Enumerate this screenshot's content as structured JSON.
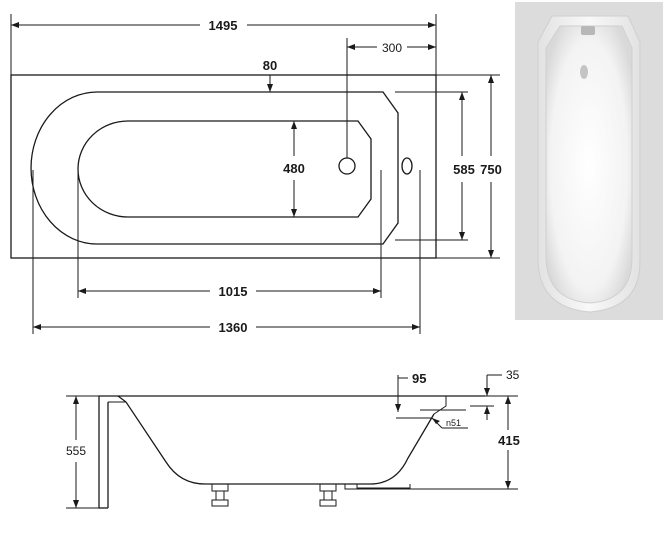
{
  "top_view": {
    "overall_length": "1495",
    "overflow_offset": "300",
    "rim_width": "80",
    "inner_width": "480",
    "bowl_width": "585",
    "overall_width": "750",
    "bottom_length": "1015",
    "bowl_length": "1360"
  },
  "side_view": {
    "overall_height": "555",
    "waste_height": "415",
    "waste_offset": "95",
    "rim_thickness": "35",
    "waste_diameter": "n51"
  },
  "colors": {
    "line": "#1a1a1a",
    "photo_background": "#dcdcdc",
    "photo_tub": "#f7f7f7"
  }
}
